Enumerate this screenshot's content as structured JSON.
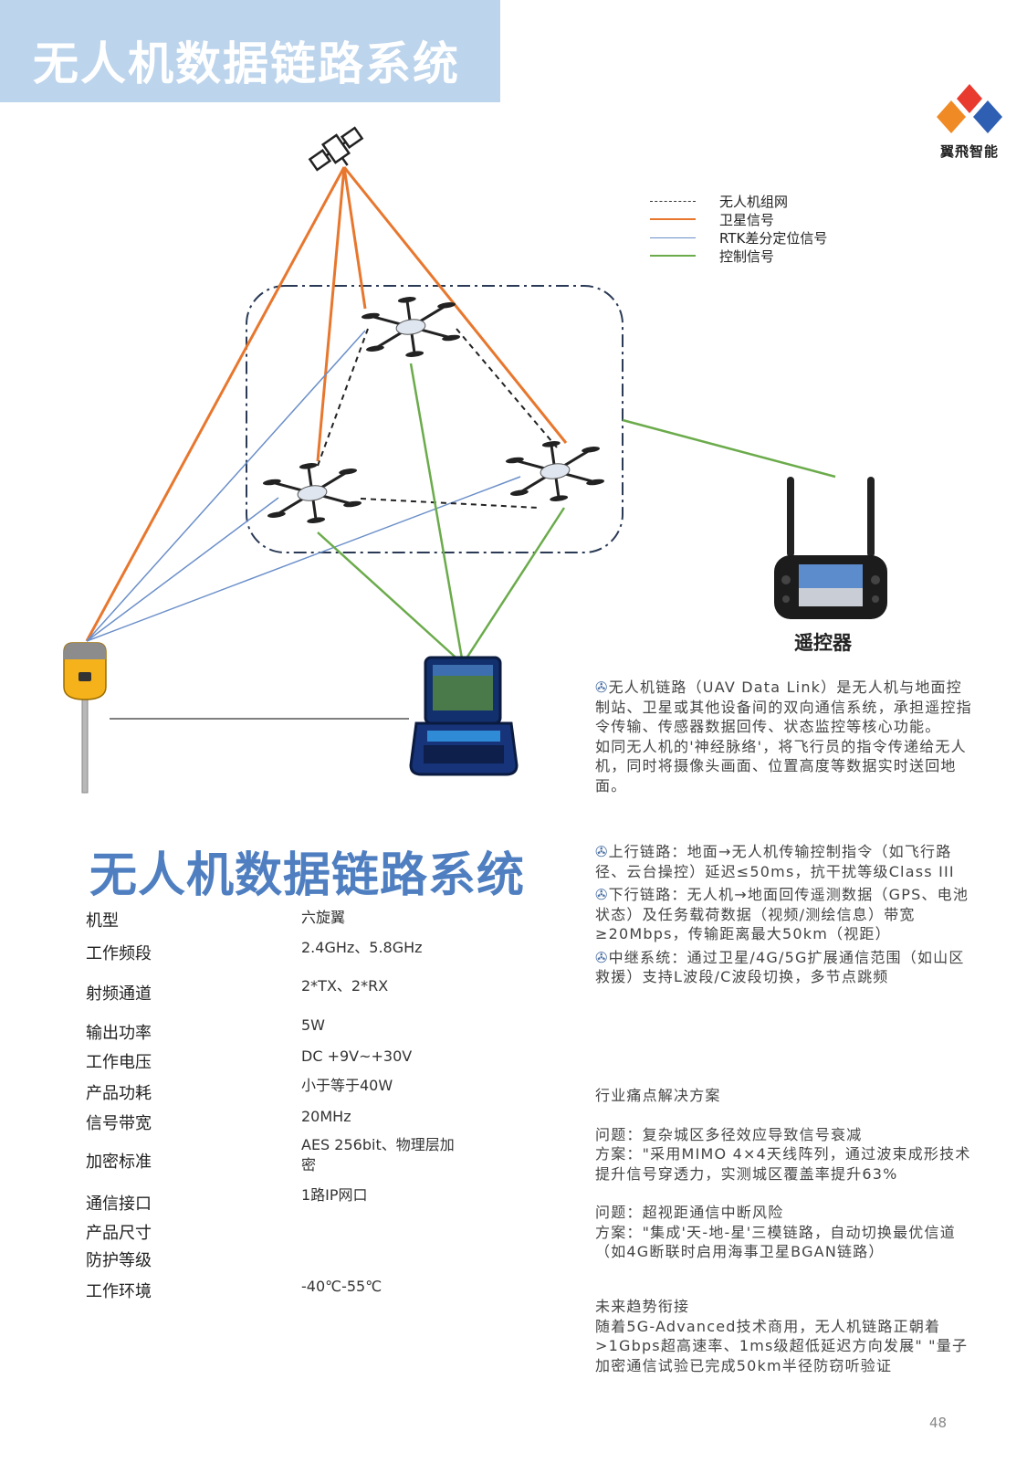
{
  "header": {
    "title": "无人机数据链路系统"
  },
  "logo": {
    "text": "翼飛智能"
  },
  "legend": {
    "items": [
      {
        "label": "无人机组网",
        "color": "#333333",
        "style": "dashed"
      },
      {
        "label": "卫星信号",
        "color": "#e8772e",
        "style": "solid"
      },
      {
        "label": "RTK差分定位信号",
        "color": "#6b8fc9",
        "style": "solid"
      },
      {
        "label": "控制信号",
        "color": "#6bab4b",
        "style": "solid"
      }
    ]
  },
  "diagram": {
    "remote_controller_label": "遥控器"
  },
  "product": {
    "title": "无人机数据链路系统"
  },
  "specs": [
    {
      "label": "机型",
      "value": "六旋翼"
    },
    {
      "label": "工作频段",
      "value": "2.4GHz、5.8GHz"
    },
    {
      "label": "射频通道",
      "value": "2*TX、2*RX"
    },
    {
      "label": "输出功率",
      "value": "5W"
    },
    {
      "label": "工作电压",
      "value": "DC +9V~+30V"
    },
    {
      "label": "产品功耗",
      "value": "小于等于40W"
    },
    {
      "label": "信号带宽",
      "value": "20MHz"
    },
    {
      "label": "加密标准",
      "value": "AES 256bit、物理层加密"
    },
    {
      "label": "通信接口",
      "value": "1路IP网口"
    },
    {
      "label": "产品尺寸",
      "value": ""
    },
    {
      "label": "防护等级",
      "value": ""
    },
    {
      "label": "工作环境",
      "value": "-40℃-55℃"
    }
  ],
  "intro": {
    "para1": "无人机链路（UAV Data Link）是无人机与地面控制站、卫星或其他设备间的双向通信系统，承担遥控指令传输、传感器数据回传、状态监控等核心功能。",
    "para2": "如同无人机的'神经脉络'，将飞行员的指令传递给无人机，同时将摄像头画面、位置高度等数据实时送回地面。"
  },
  "links": [
    {
      "text": "上行链路：地面→无人机传输控制指令（如飞行路径、云台操控）延迟≤50ms，抗干扰等级Class III"
    },
    {
      "text": "下行链路：无人机→地面回传遥测数据（GPS、电池状态）及任务载荷数据（视频/测绘信息）带宽≥20Mbps，传输距离最大50km（视距）"
    },
    {
      "text": "中继系统：通过卫星/4G/5G扩展通信范围（如山区救援）支持L波段/C波段切换，多节点跳频"
    }
  ],
  "solutions": {
    "heading": "行业痛点解决方案",
    "items": [
      {
        "problem": "问题：复杂城区多径效应导致信号衰减",
        "solution": "方案：\"采用MIMO 4×4天线阵列，通过波束成形技术提升信号穿透力，实测城区覆盖率提升63%"
      },
      {
        "problem": "问题：超视距通信中断风险",
        "solution": "方案：\"集成'天-地-星'三模链路，自动切换最优信道（如4G断联时启用海事卫星BGAN链路）"
      }
    ]
  },
  "future": {
    "heading": "未来趋势衔接",
    "body": "随着5G-Advanced技术商用，无人机链路正朝着>1Gbps超高速率、1ms级超低延迟方向发展\" \"量子加密通信试验已完成50km半径防窃听验证"
  },
  "page": {
    "number": "48"
  }
}
